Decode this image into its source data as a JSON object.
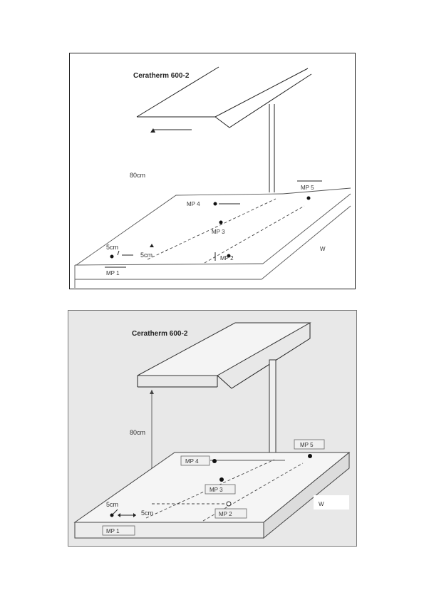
{
  "panel_top": {
    "title": "Ceratherm 600-2",
    "height_label": "80cm",
    "dim_a": "5cm",
    "dim_b": "5cm",
    "points": [
      "MP 1",
      "MP 2",
      "MP 3",
      "MP 4",
      "MP 5"
    ],
    "corner_label": "W"
  },
  "panel_bottom": {
    "title": "Ceratherm 600-2",
    "height_label": "80cm",
    "dim_a": "5cm",
    "dim_b": "5cm",
    "points": [
      "MP 1",
      "MP 2",
      "MP 3",
      "MP 4",
      "MP 5"
    ],
    "corner_label": "W"
  }
}
